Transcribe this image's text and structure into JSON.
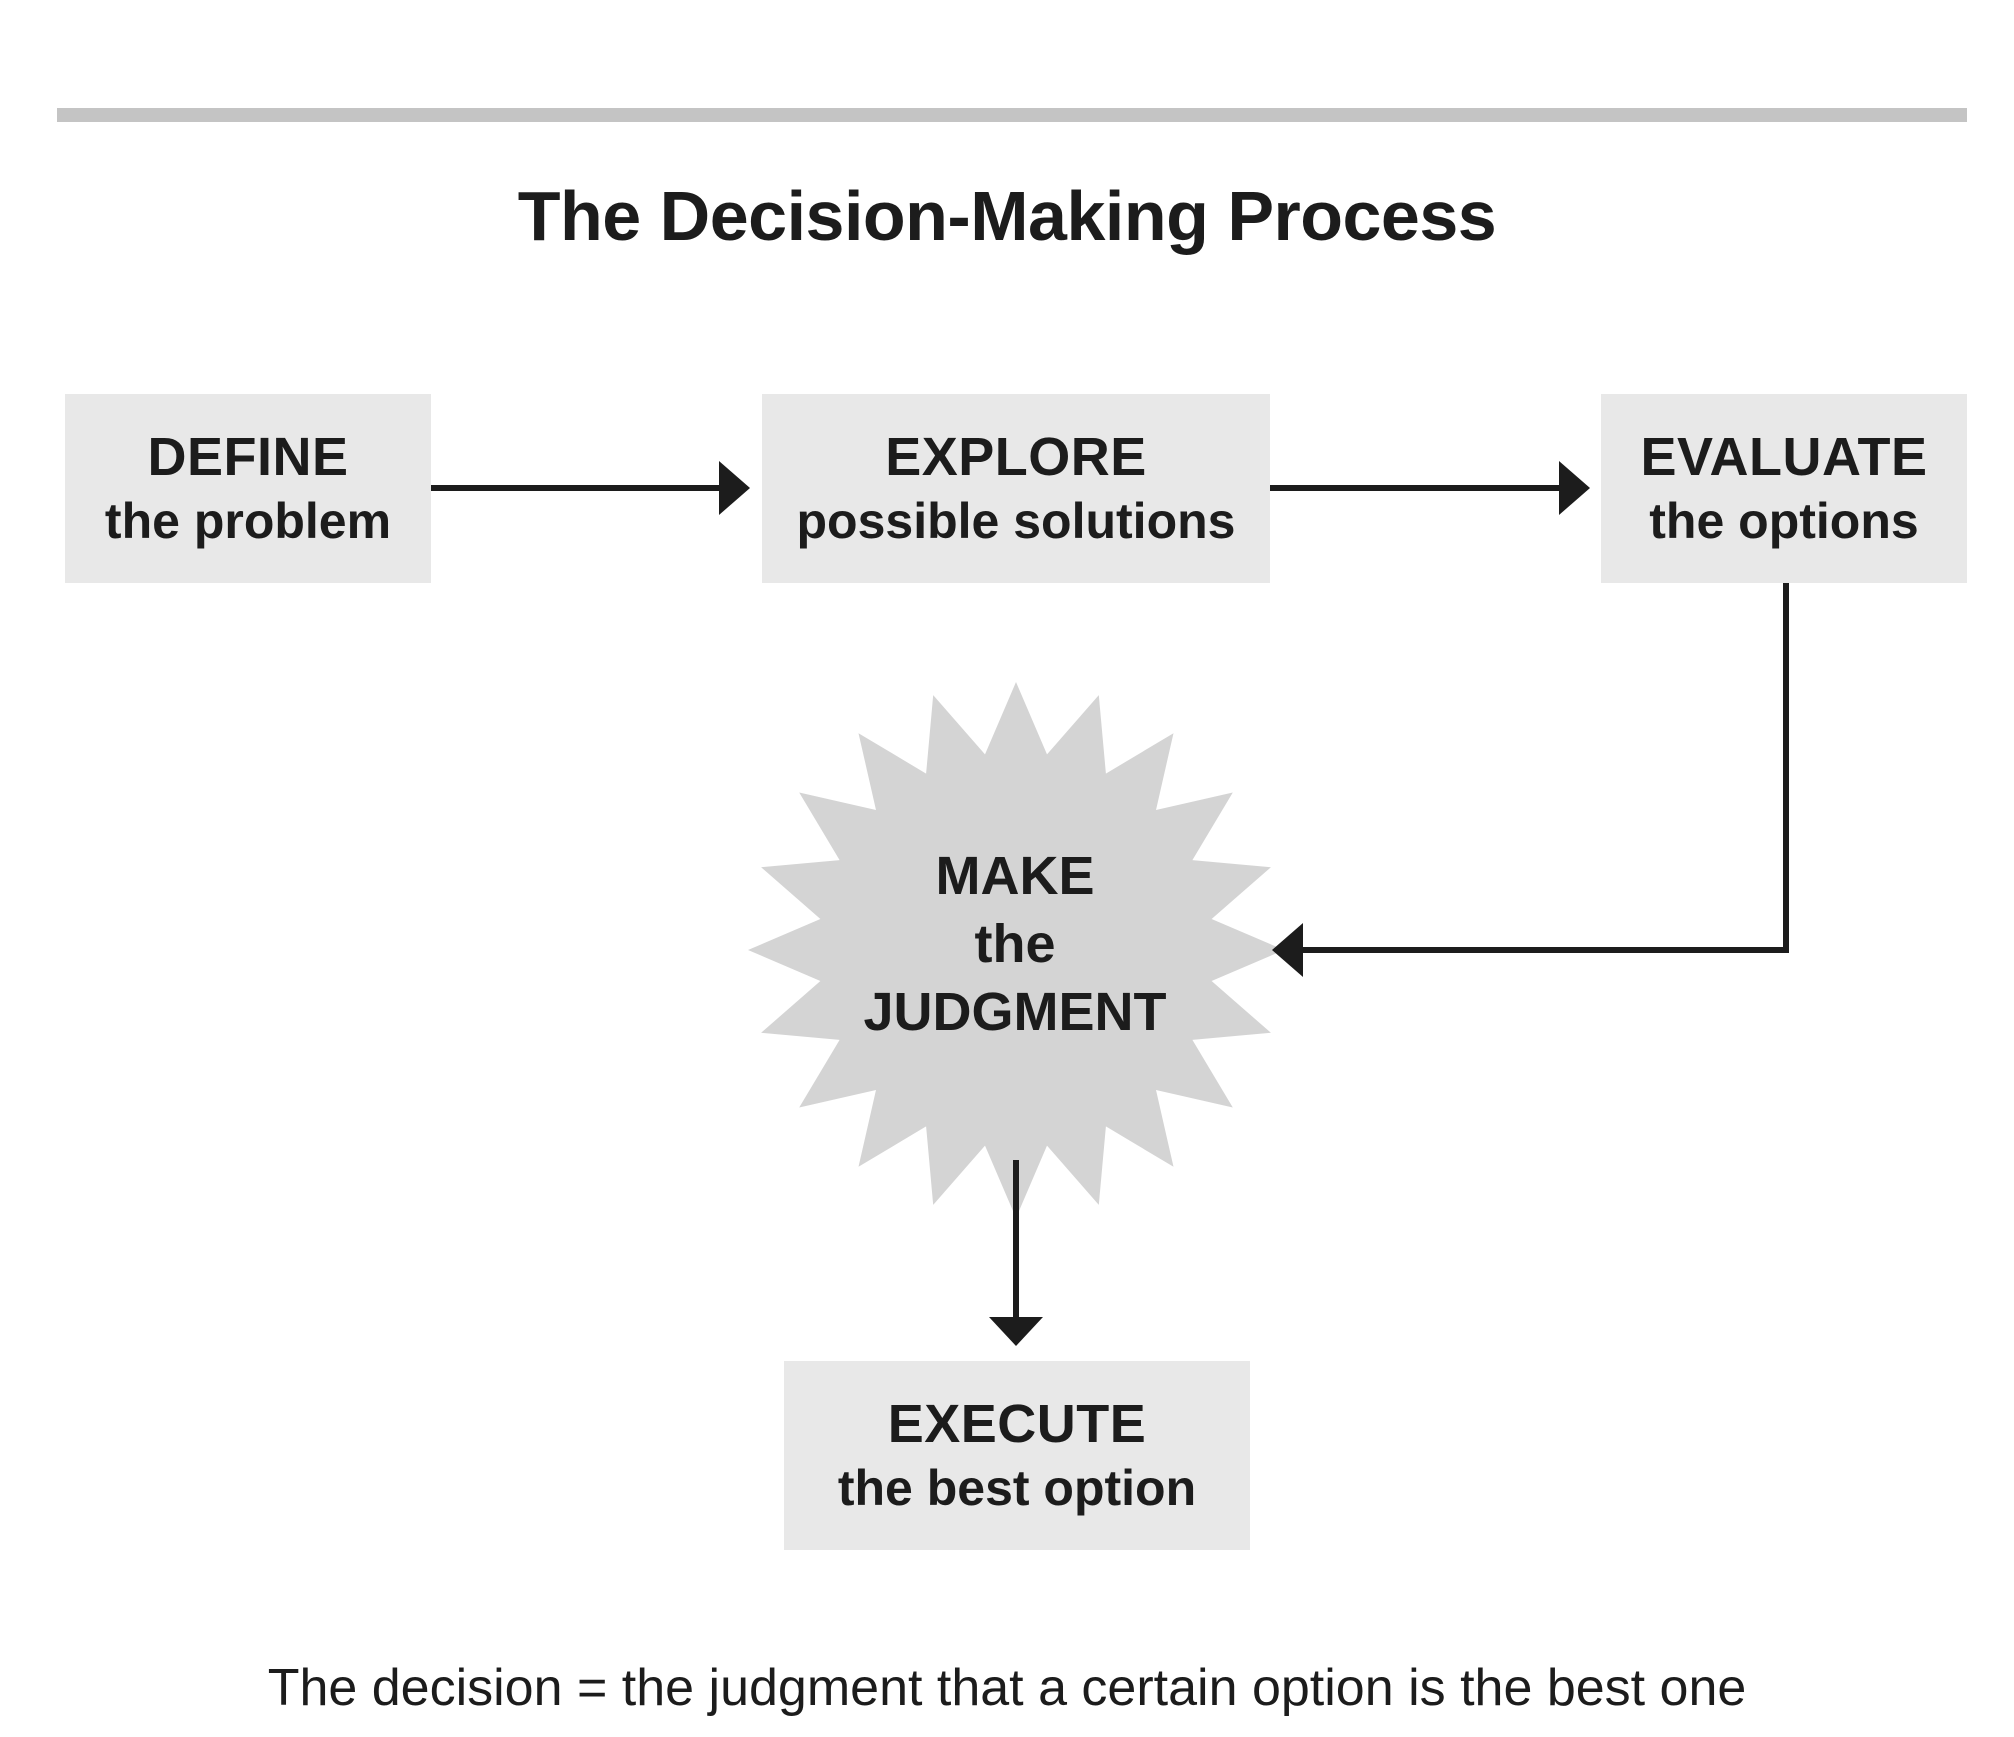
{
  "title": "The Decision-Making Process",
  "colors": {
    "box_fill": "#e8e8e8",
    "burst_fill": "#d4d4d4",
    "rule": "#c4c4c4",
    "ink": "#1c1c1c"
  },
  "steps": {
    "define": {
      "verb": "DEFINE",
      "desc": "the problem"
    },
    "explore": {
      "verb": "EXPLORE",
      "desc": "possible solutions"
    },
    "evaluate": {
      "verb": "EVALUATE",
      "desc": "the options"
    },
    "execute": {
      "verb": "EXECUTE",
      "desc": "the best option"
    }
  },
  "judgment": {
    "line1": "MAKE",
    "line2": "the",
    "line3": "JUDGMENT"
  },
  "caption": "The decision = the judgment that a certain option is the best one"
}
